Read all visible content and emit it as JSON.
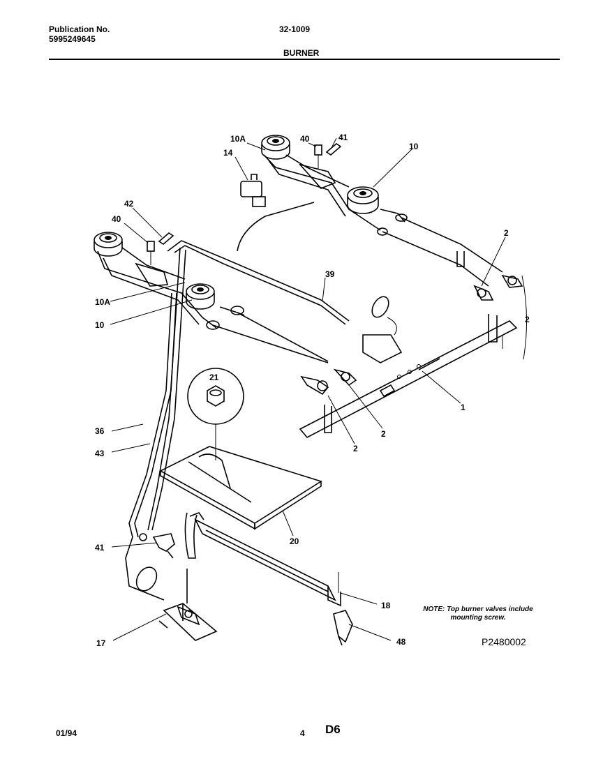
{
  "header": {
    "publication_label": "Publication No.",
    "publication_number": "5995249645",
    "model": "32-1009",
    "section_title": "BURNER"
  },
  "callouts": [
    {
      "id": "c1",
      "label": "1"
    },
    {
      "id": "c2a",
      "label": "2"
    },
    {
      "id": "c2b",
      "label": "2"
    },
    {
      "id": "c2c",
      "label": "2"
    },
    {
      "id": "c2d",
      "label": "2"
    },
    {
      "id": "c10a",
      "label": "10"
    },
    {
      "id": "c10b",
      "label": "10"
    },
    {
      "id": "c10Aa",
      "label": "10A"
    },
    {
      "id": "c10Ab",
      "label": "10A"
    },
    {
      "id": "c14",
      "label": "14"
    },
    {
      "id": "c17",
      "label": "17"
    },
    {
      "id": "c18",
      "label": "18"
    },
    {
      "id": "c20",
      "label": "20"
    },
    {
      "id": "c21",
      "label": "21"
    },
    {
      "id": "c36",
      "label": "36"
    },
    {
      "id": "c39",
      "label": "39"
    },
    {
      "id": "c40a",
      "label": "40"
    },
    {
      "id": "c40b",
      "label": "40"
    },
    {
      "id": "c41a",
      "label": "41"
    },
    {
      "id": "c41b",
      "label": "41"
    },
    {
      "id": "c42",
      "label": "42"
    },
    {
      "id": "c43",
      "label": "43"
    },
    {
      "id": "c48",
      "label": "48"
    }
  ],
  "note": "NOTE: Top burner valves include mounting screw.",
  "drawing_code": "P2480002",
  "footer": {
    "date": "01/94",
    "page": "4",
    "code": "D6"
  }
}
